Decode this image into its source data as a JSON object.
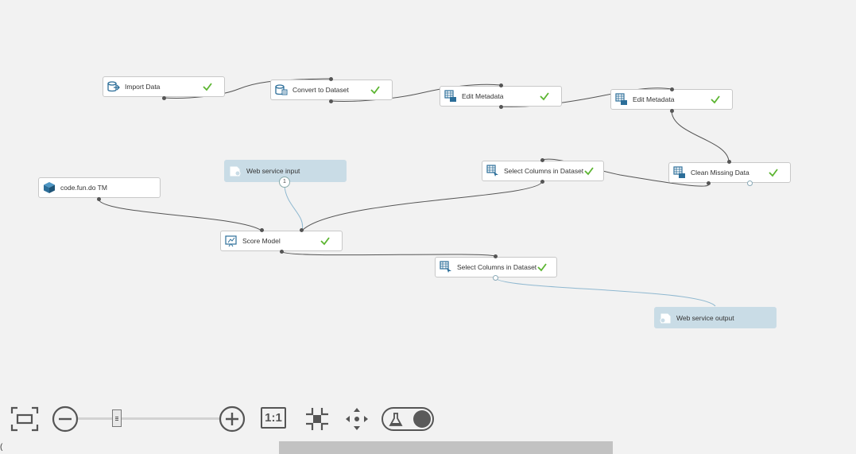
{
  "canvas": {
    "nodes": [
      {
        "id": "import-data",
        "label": "Import Data",
        "type": "module",
        "status": "complete",
        "icon": "import-data-icon"
      },
      {
        "id": "convert-to-dataset",
        "label": "Convert to Dataset",
        "type": "module",
        "status": "complete",
        "icon": "convert-dataset-icon"
      },
      {
        "id": "edit-metadata-1",
        "label": "Edit Metadata",
        "type": "module",
        "status": "complete",
        "icon": "table-edit-icon"
      },
      {
        "id": "edit-metadata-2",
        "label": "Edit Metadata",
        "type": "module",
        "status": "complete",
        "icon": "table-edit-icon"
      },
      {
        "id": "clean-missing-data",
        "label": "Clean Missing Data",
        "type": "module",
        "status": "complete",
        "icon": "table-edit-icon"
      },
      {
        "id": "select-columns-1",
        "label": "Select Columns in Dataset",
        "type": "module",
        "status": "complete",
        "icon": "table-select-icon"
      },
      {
        "id": "web-service-input",
        "label": "Web service input",
        "type": "service",
        "status": "",
        "icon": "web-service-input-icon",
        "badge": "1"
      },
      {
        "id": "trained-model",
        "label": "code.fun.do TM",
        "type": "module",
        "status": "",
        "icon": "cube-icon"
      },
      {
        "id": "score-model",
        "label": "Score Model",
        "type": "module",
        "status": "complete",
        "icon": "score-model-icon"
      },
      {
        "id": "select-columns-2",
        "label": "Select Columns in Dataset",
        "type": "module",
        "status": "complete",
        "icon": "table-select-icon"
      },
      {
        "id": "web-service-output",
        "label": "Web service output",
        "type": "service",
        "status": "",
        "icon": "web-service-output-icon"
      }
    ]
  },
  "toolbar": {
    "fit_icon": "fit-to-screen-icon",
    "zoom_out_icon": "zoom-out-icon",
    "zoom_slider_level": 0.3,
    "zoom_in_icon": "zoom-in-icon",
    "actual_size_label": "1:1",
    "autolayout_icon": "autolayout-icon",
    "pan_icon": "pan-icon",
    "experiment_toggle_icon": "flask-icon",
    "experiment_toggle_on": true
  },
  "colors": {
    "canvas_bg": "#f2f2f2",
    "node_border": "#c8c8c8",
    "service_node_bg": "#c9dce6",
    "check_green": "#5cb531",
    "icon_blue": "#2c6e99",
    "wire_dark": "#555555",
    "wire_service": "#8fb8d0"
  }
}
